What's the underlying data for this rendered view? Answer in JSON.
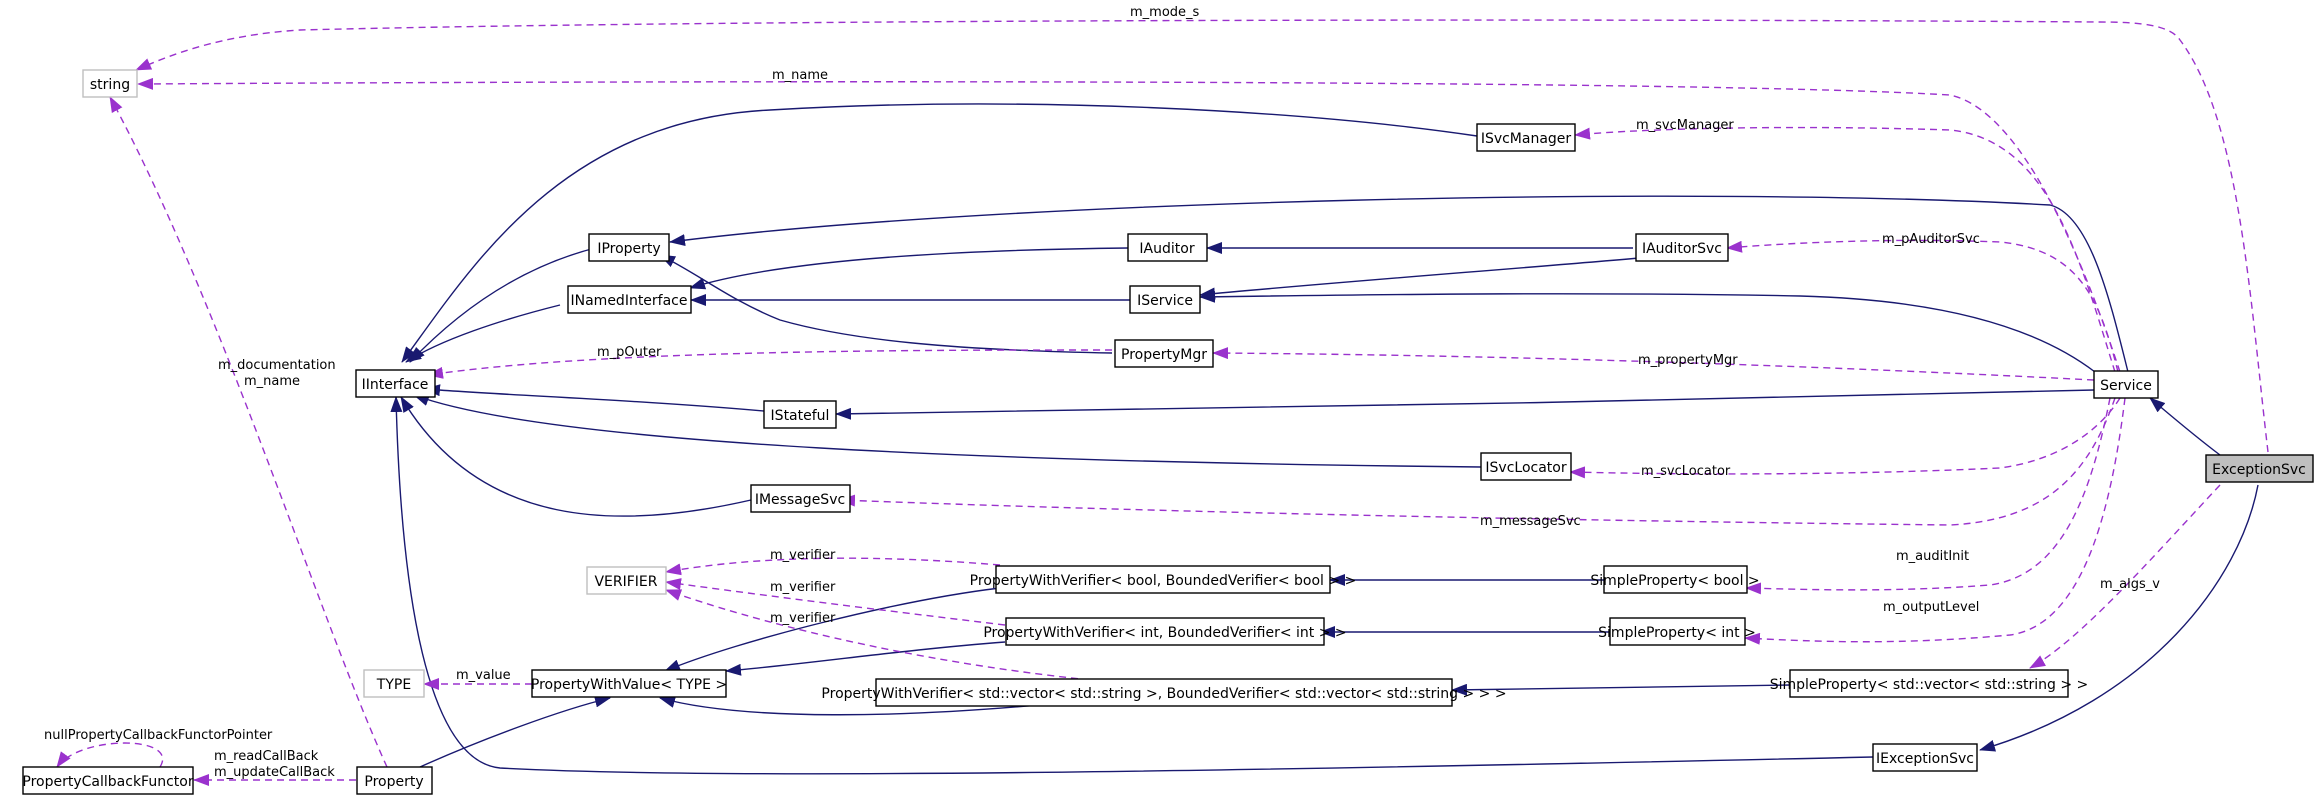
{
  "colors": {
    "inherit_edge": "#191970",
    "use_edge": "#9a32cd",
    "selected_fill": "#bfbfbf",
    "faded_border": "#bfbfbf"
  },
  "nodes": {
    "string": "string",
    "IProperty": "IProperty",
    "INamedInterface": "INamedInterface",
    "IInterface": "IInterface",
    "ISvcManager": "ISvcManager",
    "IAuditor": "IAuditor",
    "IAuditorSvc": "IAuditorSvc",
    "IService": "IService",
    "PropertyMgr": "PropertyMgr",
    "IStateful": "IStateful",
    "Service": "Service",
    "ISvcLocator": "ISvcLocator",
    "ExceptionSvc": "ExceptionSvc",
    "IMessageSvc": "IMessageSvc",
    "VERIFIER": "VERIFIER",
    "PWV_bool": "PropertyWithVerifier< bool, BoundedVerifier< bool > >",
    "SP_bool": "SimpleProperty< bool >",
    "PWV_int": "PropertyWithVerifier< int, BoundedVerifier< int > >",
    "SP_int": "SimpleProperty< int >",
    "TYPE": "TYPE",
    "PropertyWithValue": "PropertyWithValue< TYPE >",
    "PWV_vec": "PropertyWithVerifier< std::vector< std::string >, BoundedVerifier< std::vector< std::string > > >",
    "SP_vec": "SimpleProperty< std::vector< std::string > >",
    "PropertyCallbackFunctor": "PropertyCallbackFunctor",
    "Property": "Property",
    "IExceptionSvc": "IExceptionSvc"
  },
  "edge_labels": {
    "m_mode_s": "m_mode_s",
    "m_name_top": "m_name",
    "m_svcManager": "m_svcManager",
    "m_pAuditorSvc": "m_pAuditorSvc",
    "m_pOuter": "m_pOuter",
    "m_propertyMgr": "m_propertyMgr",
    "m_svcLocator": "m_svcLocator",
    "m_messageSvc": "m_messageSvc",
    "m_verifier_1": "m_verifier",
    "m_verifier_2": "m_verifier",
    "m_verifier_3": "m_verifier",
    "m_auditInit": "m_auditInit",
    "m_outputLevel": "m_outputLevel",
    "m_algs_v": "m_algs_v",
    "m_value": "m_value",
    "m_documentation": "m_documentation",
    "m_name_left": "m_name",
    "nullPropertyCallbackFunctorPointer": "nullPropertyCallbackFunctorPointer",
    "m_readCallBack": "m_readCallBack",
    "m_updateCallBack": "m_updateCallBack"
  }
}
